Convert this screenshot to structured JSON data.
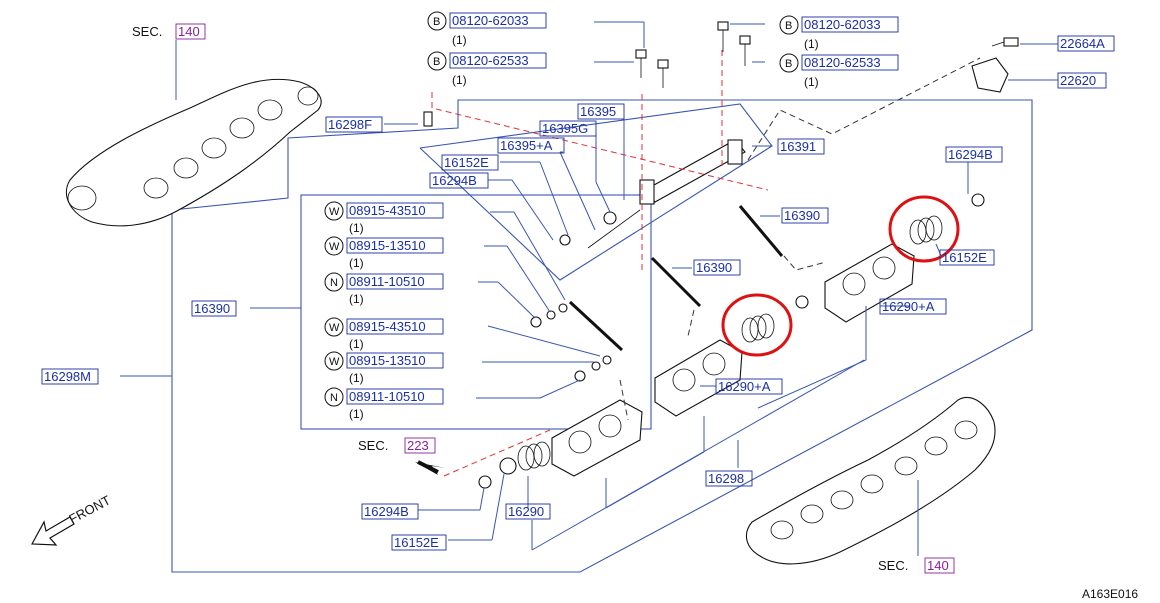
{
  "labels": {
    "sec140_top": {
      "prefix": "SEC.",
      "num": "140"
    },
    "sec140_bottom": {
      "prefix": "SEC.",
      "num": "140"
    },
    "sec223": {
      "prefix": "SEC.",
      "num": "223"
    },
    "front": "FRONT",
    "figure_code": "A163E016",
    "p16298F": "16298F",
    "p16298M": "16298M",
    "p16390_left": "16390",
    "p16390_mid": "16390",
    "p16390_right": "16390",
    "p16391": "16391",
    "p16395": "16395",
    "p16395G": "16395G",
    "p16395A": "16395+A",
    "p16152E_top": "16152E",
    "p16294B_top": "16294B",
    "p16294B_right": "16294B",
    "p16152E_right": "16152E",
    "p16290A_right": "16290+A",
    "p16290A_mid": "16290+A",
    "p16298": "16298",
    "p16290": "16290",
    "p16294B_bottom": "16294B",
    "p16152E_bottom": "16152E",
    "p22664A": "22664A",
    "p22620": "22620"
  },
  "bolts": [
    {
      "letter": "B",
      "part": "08120-62033",
      "qty": "(1)"
    },
    {
      "letter": "B",
      "part": "08120-62533",
      "qty": "(1)"
    },
    {
      "letter": "B",
      "part": "08120-62033",
      "qty": "(1)"
    },
    {
      "letter": "B",
      "part": "08120-62533",
      "qty": "(1)"
    }
  ],
  "washers": [
    {
      "letter": "W",
      "part": "08915-43510",
      "qty": "(1)"
    },
    {
      "letter": "W",
      "part": "08915-13510",
      "qty": "(1)"
    },
    {
      "letter": "N",
      "part": "08911-10510",
      "qty": "(1)"
    },
    {
      "letter": "W",
      "part": "08915-43510",
      "qty": "(1)"
    },
    {
      "letter": "W",
      "part": "08915-13510",
      "qty": "(1)"
    },
    {
      "letter": "N",
      "part": "08911-10510",
      "qty": "(1)"
    }
  ]
}
